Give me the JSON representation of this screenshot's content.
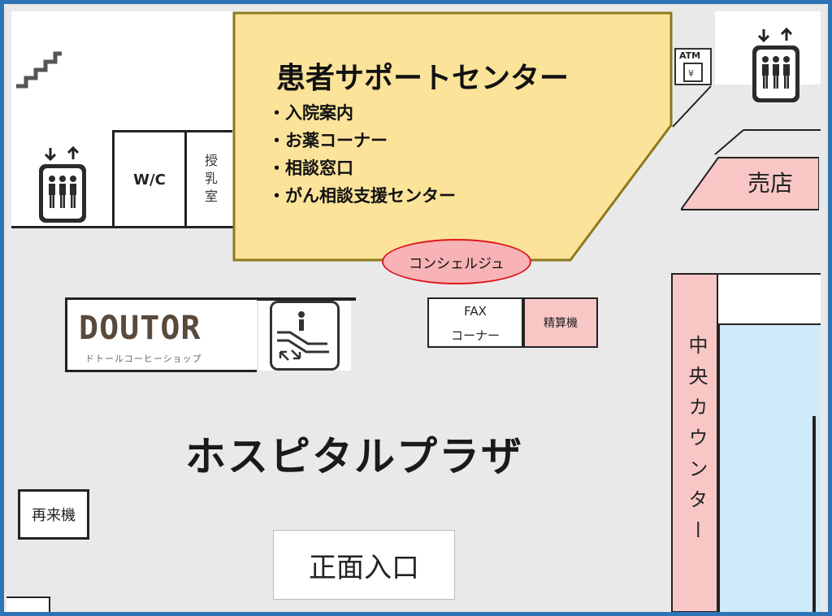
{
  "support_center": {
    "title": "患者サポートセンター",
    "items": [
      "・入院案内",
      "・お薬コーナー",
      "・相談窓口",
      "・がん相談支援センター"
    ],
    "fill": "#fce39a",
    "stroke": "#8c7a1c"
  },
  "concierge": {
    "label": "コンシェルジュ",
    "fill": "#f7b3b6",
    "stroke": "#e0161e"
  },
  "atm": {
    "label": "ATM"
  },
  "wc": {
    "label": "W/C"
  },
  "nursing_room": {
    "label": "授乳室"
  },
  "shop": {
    "label": "売店",
    "fill": "#f9c6c6"
  },
  "doutor": {
    "logo": "DOUTOR",
    "subtitle": "ドトールコーヒーショップ",
    "color": "#594a3c"
  },
  "fax": {
    "label_top": "FAX",
    "label_bottom": "コーナー"
  },
  "payment_machine": {
    "label": "精算機",
    "fill": "#f9c6c6"
  },
  "central_counter": {
    "label": "中央カウンター",
    "fill": "#f9c6c6"
  },
  "plaza": {
    "label": "ホスピタルプラザ"
  },
  "revisit_machine": {
    "label": "再来機"
  },
  "main_entrance": {
    "label": "正面入口"
  },
  "accent_colors": {
    "border": "#2e75b6",
    "floor": "#e9e9e9",
    "waiting_area": "#cfeaf8"
  }
}
